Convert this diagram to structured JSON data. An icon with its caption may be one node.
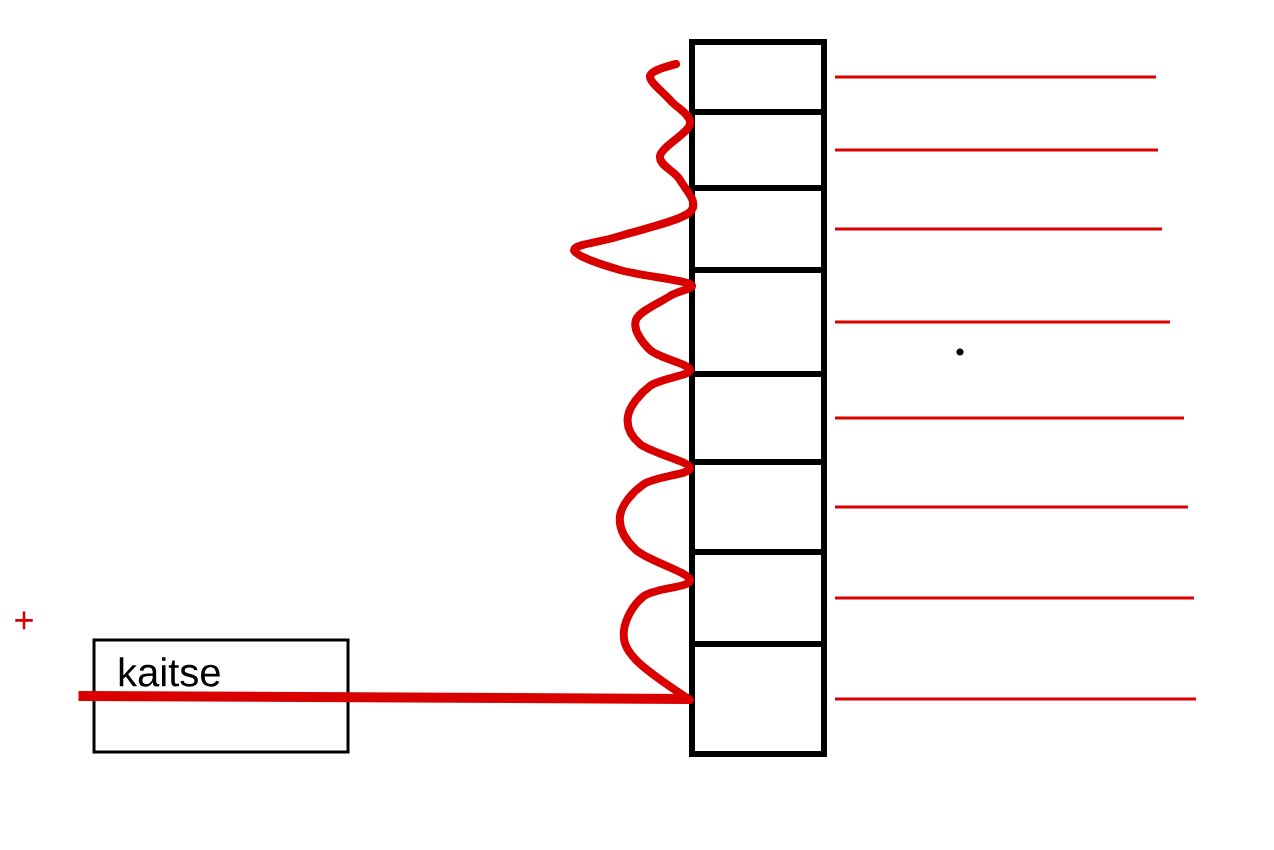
{
  "diagram": {
    "nodes": [
      {
        "text": [
          "kaitse"
        ]
      },
      {
        "text": [],
        "shape": "box"
      },
      {
        "text": [],
        "shape": "box"
      },
      {
        "text": [],
        "shape": "box"
      },
      {
        "text": [],
        "shape": "box"
      },
      {
        "text": [],
        "shape": "box"
      },
      {
        "text": [],
        "shape": "box"
      },
      {
        "text": [],
        "shape": "box"
      },
      {
        "text": [],
        "shape": "box"
      }
    ],
    "edges": [
      {
        "from": 0,
        "to": 8,
        "arrow": "none",
        "style": "thick"
      },
      {
        "from": 1,
        "to": null,
        "arrow": "none"
      },
      {
        "from": 2,
        "to": null,
        "arrow": "none"
      },
      {
        "from": 3,
        "to": null,
        "arrow": "none"
      },
      {
        "from": 4,
        "to": null,
        "arrow": "none"
      },
      {
        "from": 5,
        "to": null,
        "arrow": "none"
      },
      {
        "from": 6,
        "to": null,
        "arrow": "none"
      },
      {
        "from": 7,
        "to": null,
        "arrow": "none"
      },
      {
        "from": 8,
        "to": null,
        "arrow": "none"
      }
    ],
    "labels": [
      "+"
    ]
  }
}
